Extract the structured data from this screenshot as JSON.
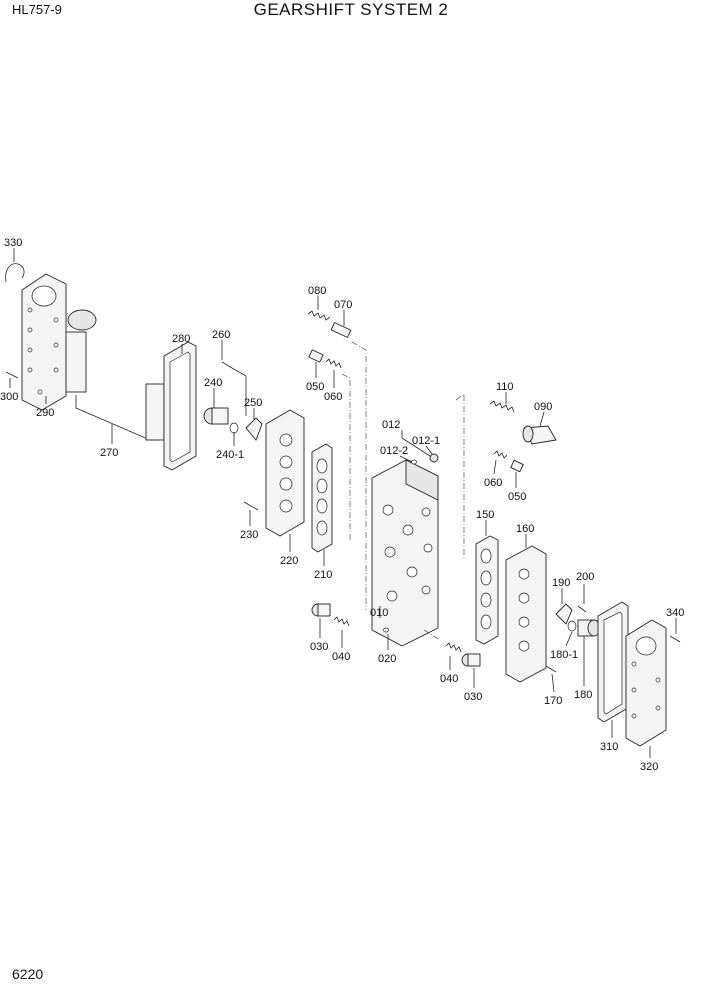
{
  "header": {
    "model": "HL757-9",
    "title": "GEARSHIFT SYSTEM 2"
  },
  "footer": {
    "page_number": "6220"
  },
  "callouts": {
    "c330": "330",
    "c300": "300",
    "c290": "290",
    "c270": "270",
    "c280": "280",
    "c260": "260",
    "c240": "240",
    "c250": "250",
    "c2401": "240-1",
    "c230": "230",
    "c220": "220",
    "c210": "210",
    "c080": "080",
    "c070": "070",
    "c050a": "050",
    "c060a": "060",
    "c012": "012",
    "c0121": "012-1",
    "c0122": "012-2",
    "c110": "110",
    "c090": "090",
    "c060b": "060",
    "c050b": "050",
    "c150": "150",
    "c160": "160",
    "c010": "010",
    "c020": "020",
    "c030a": "030",
    "c040a": "040",
    "c040b": "040",
    "c030b": "030",
    "c190": "190",
    "c200": "200",
    "c1801": "180-1",
    "c180": "180",
    "c170": "170",
    "c310": "310",
    "c340": "340",
    "c320": "320"
  }
}
